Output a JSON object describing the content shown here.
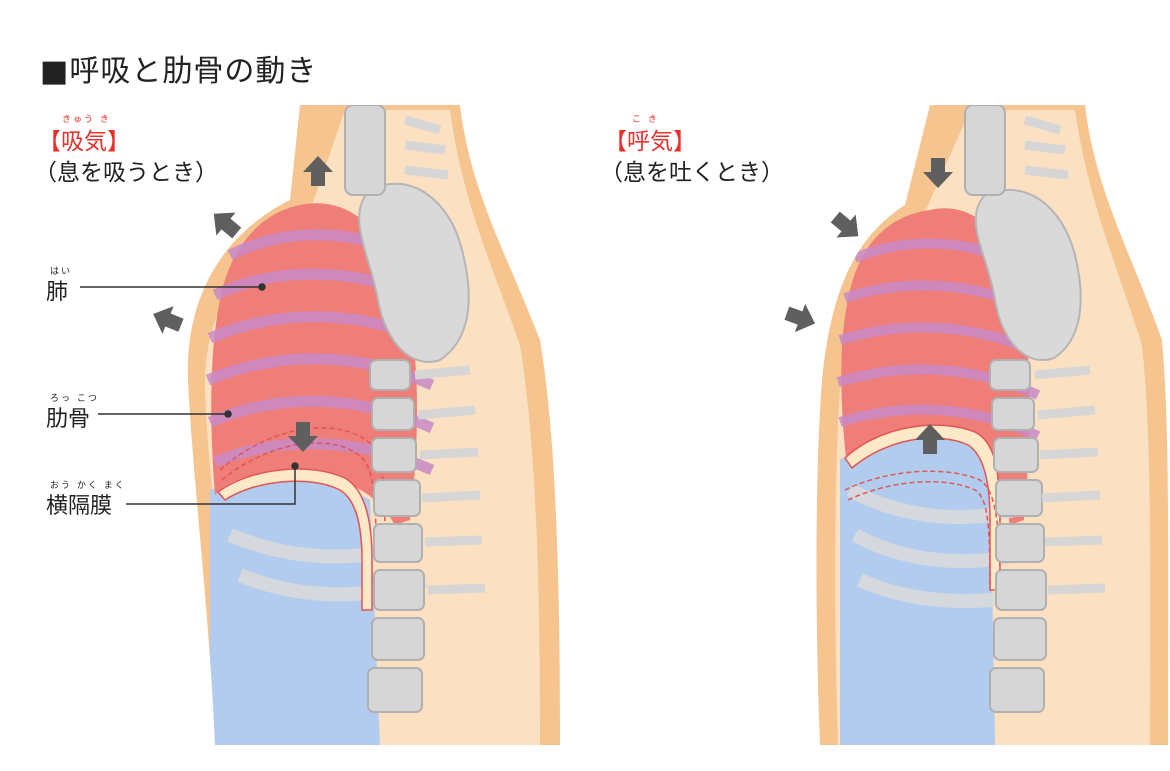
{
  "title": "■呼吸と肋骨の動き",
  "inhale": {
    "label": "【吸気】",
    "ruby": "きゅう き",
    "description": "（息を吸うとき）"
  },
  "exhale": {
    "label": "【呼気】",
    "ruby": "こ き",
    "description": "（息を吐くとき）"
  },
  "parts": [
    {
      "label": "肺",
      "ruby": "はい"
    },
    {
      "label": "肋骨",
      "ruby": "ろっ こつ"
    },
    {
      "label": "横隔膜",
      "ruby": "おう かく まく"
    }
  ],
  "colors": {
    "skin": "#f6c58f",
    "lung": "#ef7d78",
    "rib": "#d6d6d6",
    "cavity": "#b1ccef",
    "phase_label": "#e8312d",
    "arrow": "#5f5f5f"
  },
  "icons": [
    "arrow-up-icon",
    "arrow-down-icon",
    "arrow-in-icon",
    "arrow-out-icon"
  ]
}
